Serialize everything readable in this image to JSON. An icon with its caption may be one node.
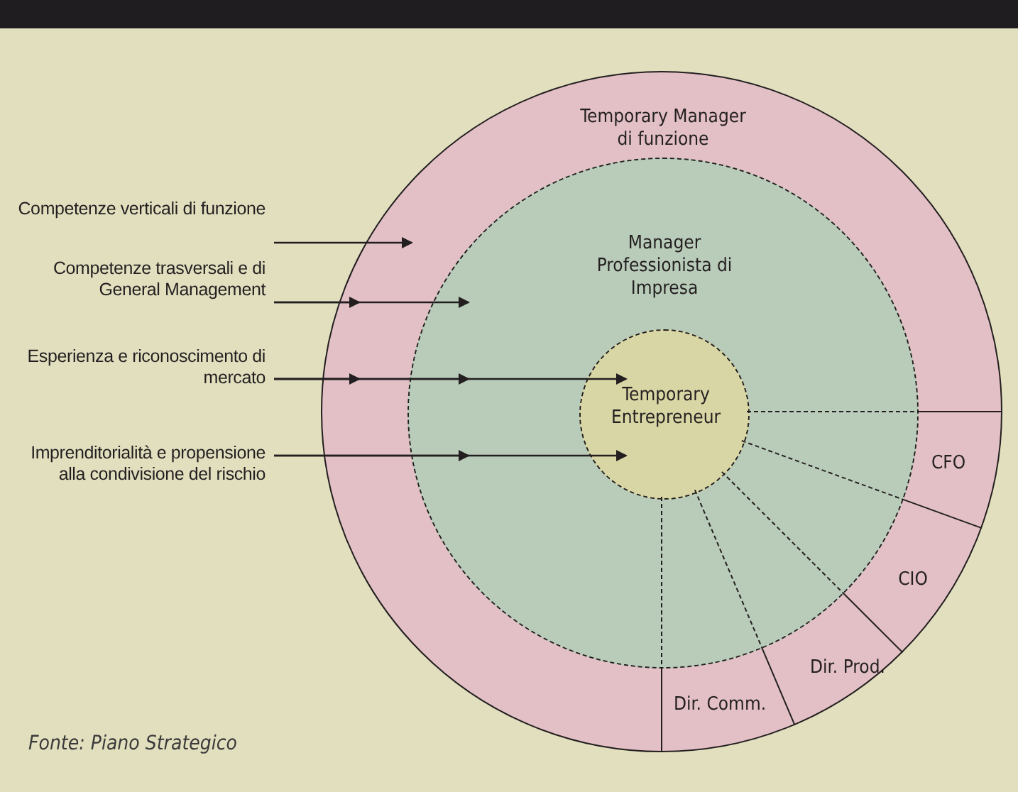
{
  "diagram": {
    "nodes": [
      {
        "text": [
          "Temporary Manager di funzione"
        ]
      },
      {
        "text": [
          "Manager Professionista di Impresa"
        ],
        "in": 0
      },
      {
        "text": [
          "Temporary Entrepreneur"
        ],
        "in": 1
      },
      {
        "text": [
          "CFO"
        ],
        "in": 0
      },
      {
        "text": [
          "CIO"
        ],
        "in": 0
      },
      {
        "text": [
          "Dir. Prod."
        ],
        "in": 0
      },
      {
        "text": [
          "Dir. Comm."
        ],
        "in": 0
      },
      {
        "text": [
          "Competenze verticali di funzione"
        ]
      },
      {
        "text": [
          "Competenze trasversali e di General Management"
        ]
      },
      {
        "text": [
          "Esperienza e riconoscimento di mercato"
        ]
      },
      {
        "text": [
          "Imprenditorialità e propensione alla condivisione del rischio"
        ]
      }
    ],
    "edges": [
      {
        "from": 7,
        "to": 0,
        "arrow": "to"
      },
      {
        "from": 8,
        "to": 0,
        "arrow": "to"
      },
      {
        "from": 8,
        "to": 1,
        "arrow": "to"
      },
      {
        "from": 9,
        "to": 0,
        "arrow": "to"
      },
      {
        "from": 9,
        "to": 1,
        "arrow": "to"
      },
      {
        "from": 9,
        "to": 2,
        "arrow": "to"
      },
      {
        "from": 10,
        "to": 1,
        "arrow": "to"
      },
      {
        "from": 10,
        "to": 2,
        "arrow": "to"
      }
    ],
    "labels": [
      "Fonte: Piano Strategico"
    ]
  }
}
